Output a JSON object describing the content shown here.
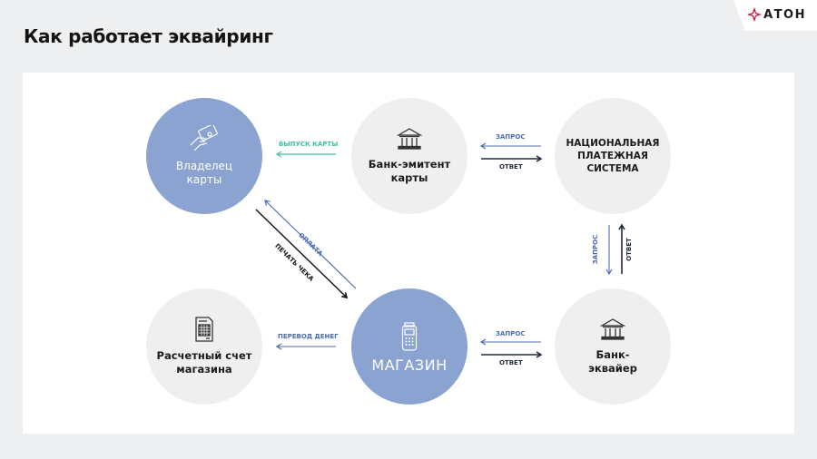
{
  "header": {
    "title": "Как работает эквайринг",
    "logo_text": "АТОН",
    "logo_icon": "aton-star-icon"
  },
  "colors": {
    "accent_blue": "#8aa3d1",
    "grey_node": "#efeff0",
    "arrow_blue": "#4a6bb0",
    "arrow_dark": "#1f2a3c",
    "arrow_teal": "#3fbfa9",
    "logo_red": "#d0103a"
  },
  "nodes": {
    "cardholder": {
      "label": "Владелец\nкарты",
      "icon": "hand-card-icon"
    },
    "issuer_bank": {
      "label": "Банк-эмитент\nкарты",
      "icon": "bank-icon"
    },
    "nps": {
      "label": "НАЦИОНАЛЬНАЯ\nПЛАТЕЖНАЯ\nСИСТЕМА"
    },
    "merchant_account": {
      "label": "Расчетный счет\nмагазина",
      "icon": "calculator-document-icon"
    },
    "store": {
      "label": "МАГАЗИН",
      "icon": "pos-terminal-icon"
    },
    "acquirer_bank": {
      "label": "Банк-\nэквайер",
      "icon": "bank-icon"
    }
  },
  "edges": {
    "card_issue": "ВЫПУСК КАРТЫ",
    "issuer_nps_request": "ЗАПРОС",
    "issuer_nps_response": "ОТВЕТ",
    "nps_acquirer_request": "ЗАПРОС",
    "nps_acquirer_response": "ОТВЕТ",
    "payment": "ОПЛАТА",
    "receipt_print": "ПЕЧАТЬ ЧЕКА",
    "money_transfer": "ПЕРЕВОД ДЕНЕГ",
    "store_acquirer_request": "ЗАПРОС",
    "store_acquirer_response": "ОТВЕТ"
  }
}
